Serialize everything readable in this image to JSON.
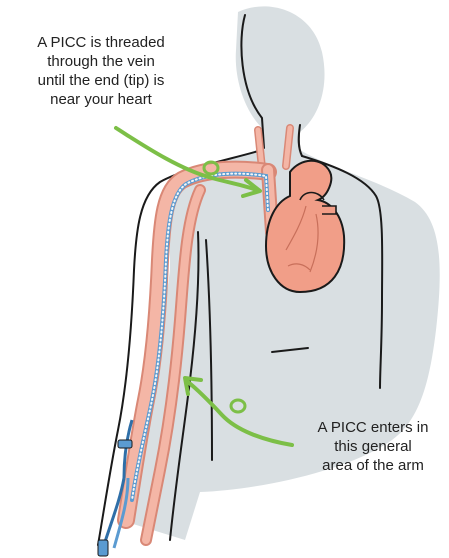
{
  "colors": {
    "body_fill": "#d9dfe2",
    "outline": "#1a1a1a",
    "vein_fill": "#f4b6a6",
    "vein_stroke": "#d98876",
    "heart_fill": "#f19e88",
    "catheter_blue": "#5b9bd1",
    "catheter_dot": "#f5f5f5",
    "arrow_green": "#7cbf47",
    "text": "#222222"
  },
  "annotations": {
    "top": {
      "lines": [
        "A PICC is threaded",
        "through the vein",
        "until the end (tip) is",
        "near your heart"
      ]
    },
    "bottom": {
      "lines": [
        "A PICC enters in",
        "this general",
        "area of the arm"
      ]
    }
  },
  "icons": [
    "heart-illustration",
    "vein-illustration",
    "catheter-line",
    "green-arrow"
  ]
}
